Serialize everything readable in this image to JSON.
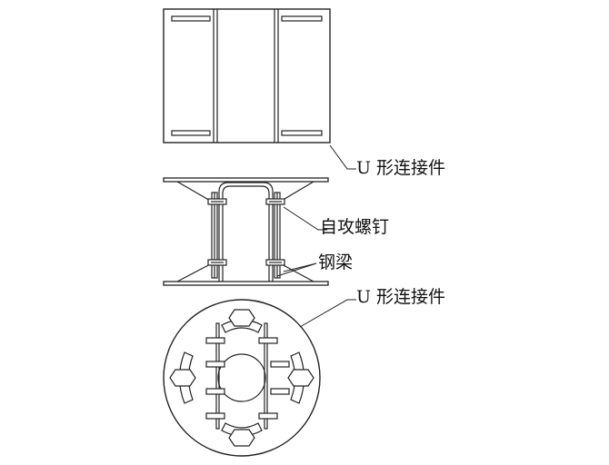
{
  "labels": {
    "u_connector_top": "U 形连接件",
    "self_tapping_screw": "自攻螺钉",
    "steel_beam": "钢梁",
    "u_connector_bottom": "U 形连接件"
  },
  "colors": {
    "line": "#222222",
    "fill": "#ffffff"
  }
}
